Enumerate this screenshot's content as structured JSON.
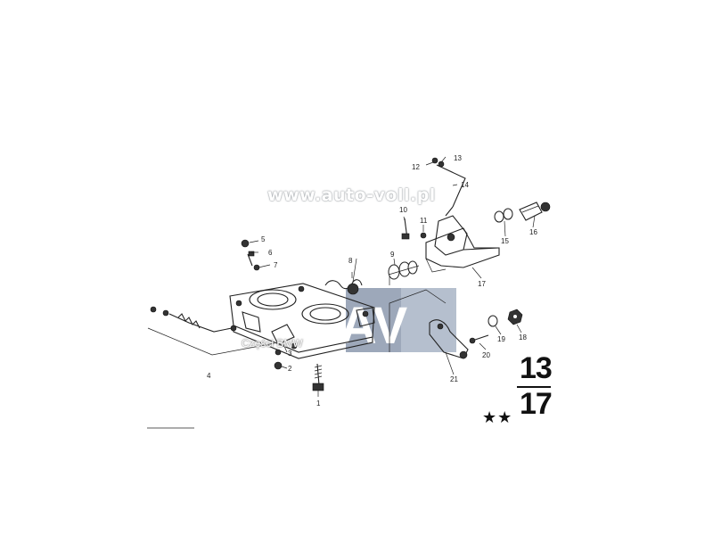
{
  "watermark": {
    "url": "www.auto-voll.pl",
    "logo_text": "AV",
    "footer": "Części BMW"
  },
  "group": {
    "main": "13",
    "sub": "17"
  },
  "stars": "★★",
  "callouts": [
    "1",
    "2",
    "3",
    "4",
    "5",
    "6",
    "7",
    "8",
    "9",
    "10",
    "11",
    "12",
    "13",
    "14",
    "15",
    "16",
    "17",
    "18",
    "19",
    "20",
    "21"
  ]
}
